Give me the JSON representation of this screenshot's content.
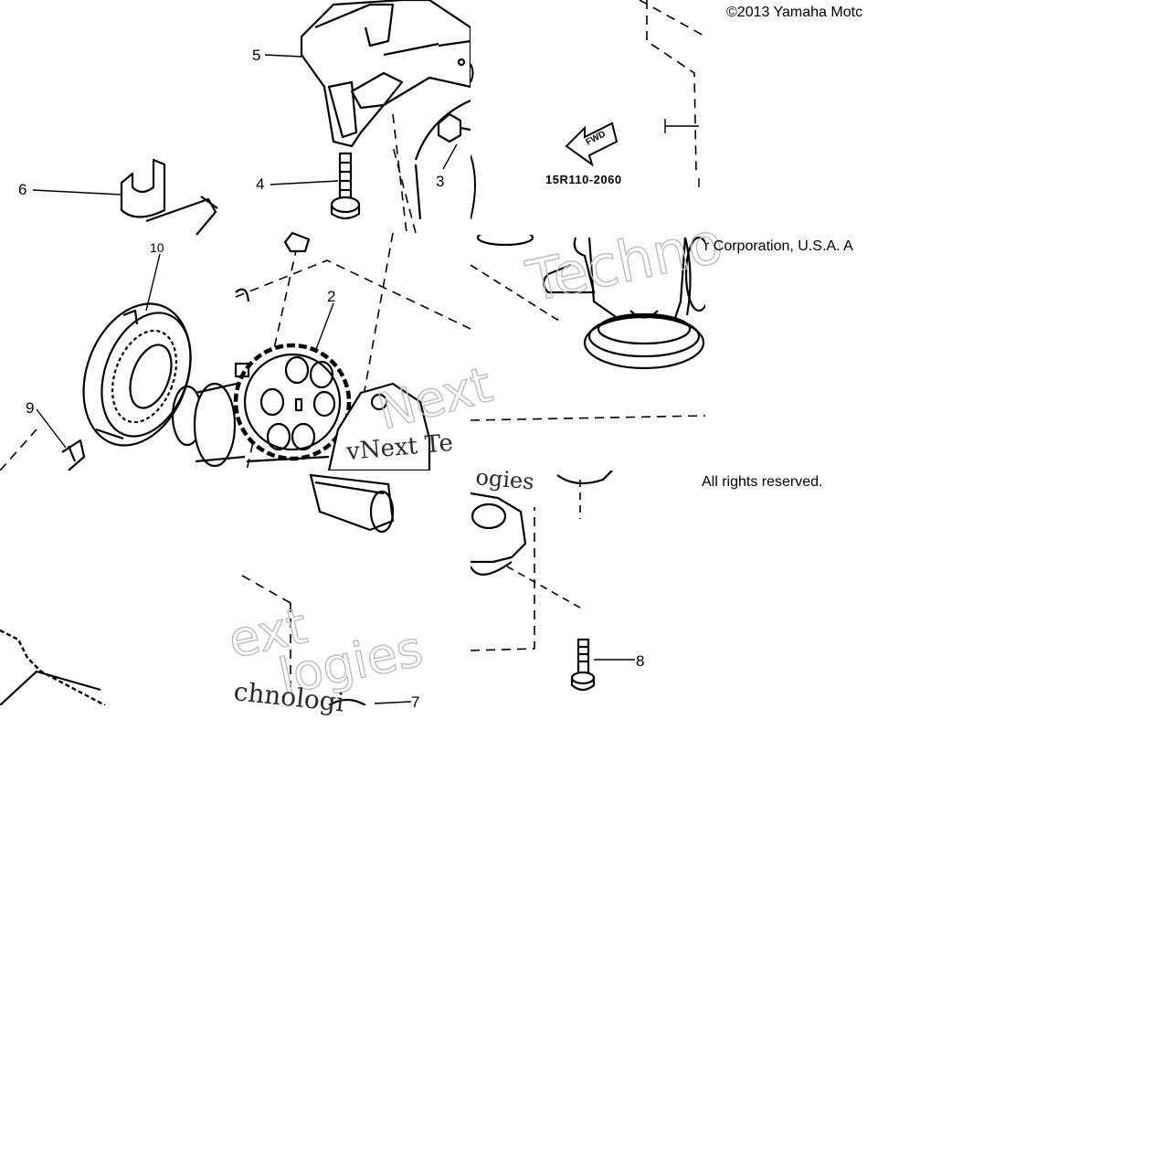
{
  "copyright": {
    "line1": "©2013 Yamaha Motc",
    "line2": "r Corporation, U.S.A. A",
    "line3": "All rights reserved."
  },
  "diagram": {
    "drawing_code": "15R110-2060",
    "fwd_label": "FWD",
    "callouts": [
      "2",
      "3",
      "4",
      "5",
      "6",
      "7",
      "8",
      "9",
      "10"
    ]
  },
  "watermark": {
    "fragments": [
      "Techno",
      "vNext Te",
      "Next",
      "ogies",
      "ext",
      "logies",
      "chnologi"
    ]
  },
  "colors": {
    "ink": "#000000",
    "watermark": "#bdbdbd",
    "background": "#ffffff"
  }
}
